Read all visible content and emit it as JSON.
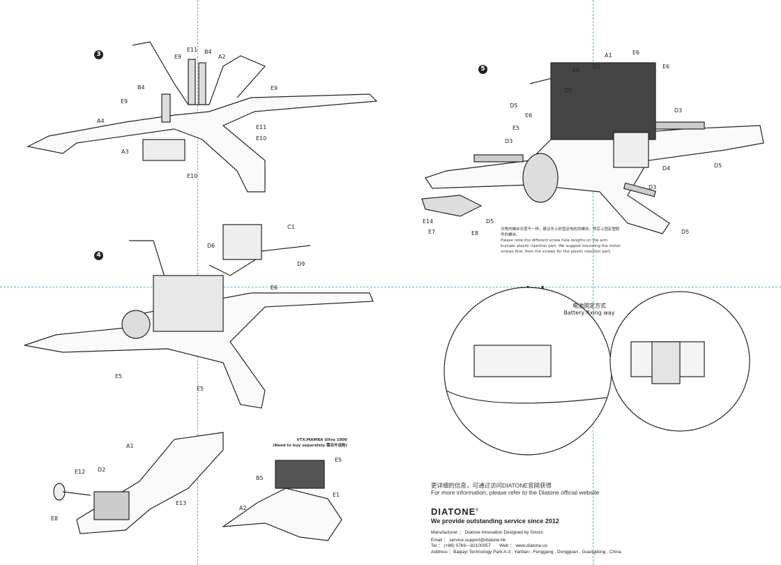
{
  "steps": [
    "3",
    "4",
    "5"
  ],
  "labels": [
    "E9",
    "E11",
    "B4",
    "A2",
    "E9",
    "B4",
    "E9",
    "A4",
    "E11",
    "E10",
    "A3",
    "E10",
    "D6",
    "C1",
    "D9",
    "E6",
    "E5",
    "E5",
    "A1",
    "E6",
    "E6",
    "E6",
    "D1",
    "D1",
    "D5",
    "E6",
    "D3",
    "E5",
    "D3",
    "D4",
    "D5",
    "D3",
    "D5",
    "E14",
    "E7",
    "E8",
    "D5",
    "A1",
    "D2",
    "E12",
    "E13",
    "E8",
    "E5",
    "B5",
    "E1",
    "A2"
  ],
  "note": {
    "cn": "对角的螺丝长度不一样，建议先上好固定电机的螺丝，然后上固定塑胶件的螺丝。",
    "en": "Please note the different screw hole lengths on the arm bumper plastic injection part. We suggest mounting the motor screws first, then the screws for the plastic injection part."
  },
  "vtx": {
    "line1": "VTX:MAMBA Ultra 1000",
    "line2": "(Need to buy separately 需另外选购)"
  },
  "battery": {
    "cn": "电池固定方式",
    "en": "Battery fixing way"
  },
  "info": {
    "more_cn": "更详细的信息，可通过访问DIATONE官网获得",
    "more_en": "For more information, please refer to the Diatone official website",
    "brand": "DIATONE",
    "reg": "®",
    "slogan": "We provide outstanding service since 2012",
    "manufacturer": "Manufacturer ： Diatone Innovation Designed by Sniclo.",
    "email": "Email ： service.support@diatone.hk",
    "tel": "Tel ： (+86) 0769—82100057",
    "web": "Web ： www.diatone.us",
    "address": "Address ：Baijiayi Technology Park A-3 , Yantian , Fenggang , Dongguan , Guangdong , China"
  }
}
